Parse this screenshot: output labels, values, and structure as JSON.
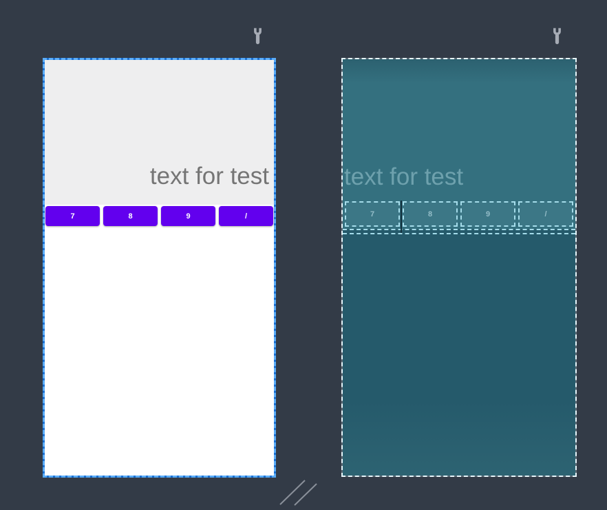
{
  "colors": {
    "canvas_bg": "#333b47",
    "icon_gray": "#a6abb5",
    "selection_blue": "#1b6fd0",
    "selection_blue_dash": "#5aacf8",
    "design_header_bg": "#eeeeef",
    "design_body_bg": "#ffffff",
    "design_text_color": "#757575",
    "button_purple": "#6200ee",
    "button_label": "#ffffff",
    "bp_top_bg": "#34707f",
    "bp_bottom_bg": "#255a6b",
    "bp_outline": "#e8f6fb",
    "bp_dash": "#a5dcea",
    "bp_text_color": "rgba(190,228,238,0.42)",
    "bp_button_label": "rgba(205,235,244,0.6)",
    "grip_gray": "#8a909a"
  },
  "icons": {
    "design_tool": "wrench-icon",
    "blueprint_tool": "wrench-icon"
  },
  "design": {
    "text": "text for test",
    "buttons": [
      "7",
      "8",
      "9",
      "/"
    ]
  },
  "blueprint": {
    "text": "text for test",
    "buttons": [
      "7",
      "8",
      "9",
      "/"
    ]
  }
}
